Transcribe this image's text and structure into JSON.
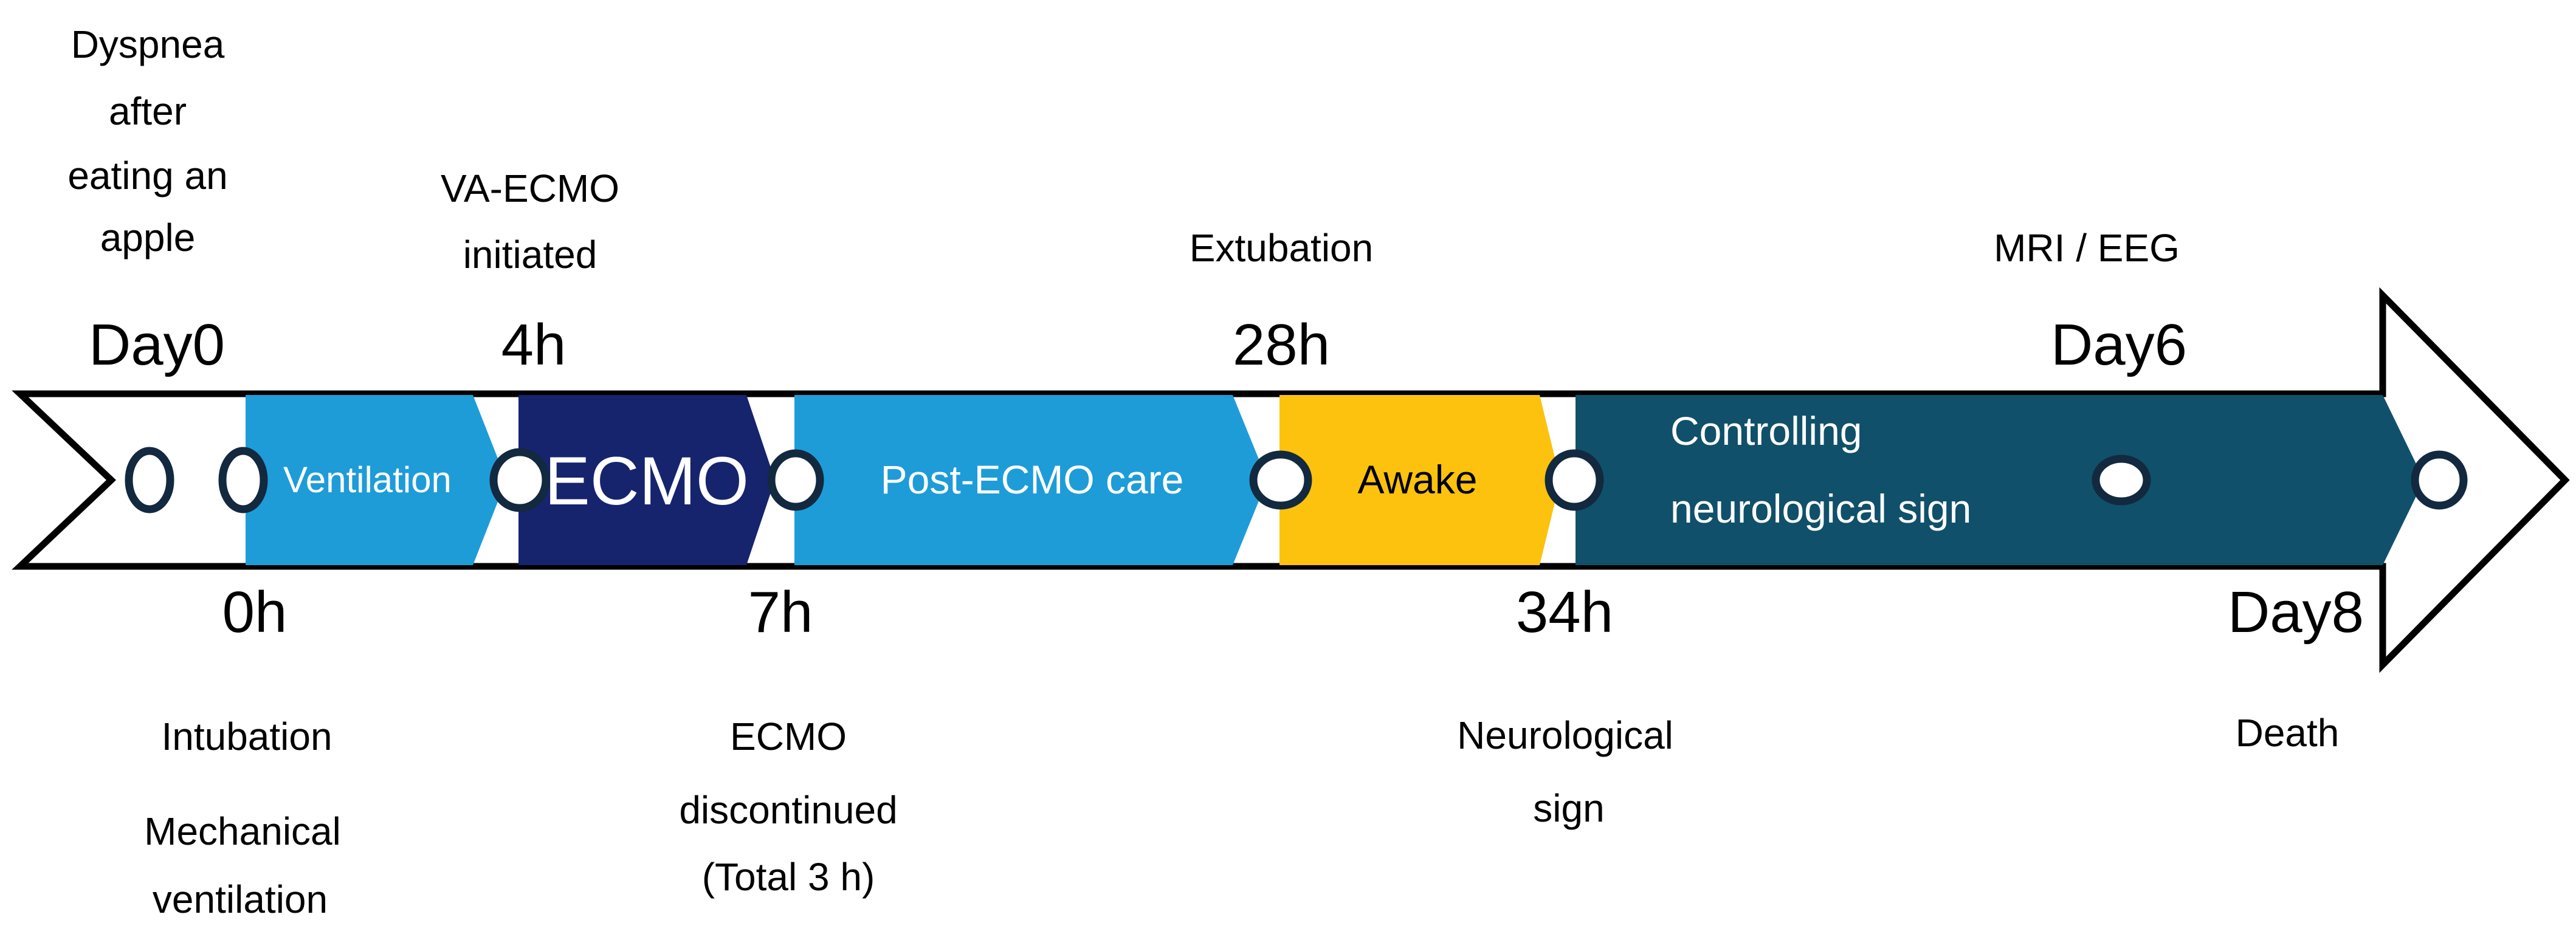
{
  "figure": {
    "description": "Clinical course timeline arrow diagram"
  },
  "colors": {
    "light_blue": "#1E9CD8",
    "navy": "#16246E",
    "yellow": "#FCC20D",
    "teal": "#10506A",
    "marker_ring": "#12293F",
    "marker_fill": "#FFFFFF",
    "outline": "#000000",
    "arrow_fill": "#FFFFFF"
  },
  "top_events": [
    {
      "time": "Day0",
      "lines": [
        "Dyspnea",
        "after",
        "eating an",
        "apple"
      ]
    },
    {
      "time": "4h",
      "lines": [
        "VA-ECMO",
        "initiated"
      ]
    },
    {
      "time": "28h",
      "lines": [
        "Extubation"
      ]
    },
    {
      "time": "Day6",
      "lines": [
        "MRI / EEG"
      ]
    }
  ],
  "bottom_events": [
    {
      "time": "0h",
      "lines": [
        "Intubation",
        "Mechanical",
        "ventilation"
      ]
    },
    {
      "time": "7h",
      "lines": [
        "ECMO",
        "discontinued",
        "(Total 3 h)"
      ]
    },
    {
      "time": "34h",
      "lines": [
        "Neurological",
        "sign"
      ]
    },
    {
      "time": "Day8",
      "lines": [
        "Death"
      ]
    }
  ],
  "segments": [
    {
      "label": "Ventilation"
    },
    {
      "label": "ECMO"
    },
    {
      "label": "Post-ECMO care"
    },
    {
      "label": "Awake"
    },
    {
      "label": "Controlling neurological sign",
      "lines": [
        "Controlling",
        "neurological sign"
      ]
    }
  ]
}
